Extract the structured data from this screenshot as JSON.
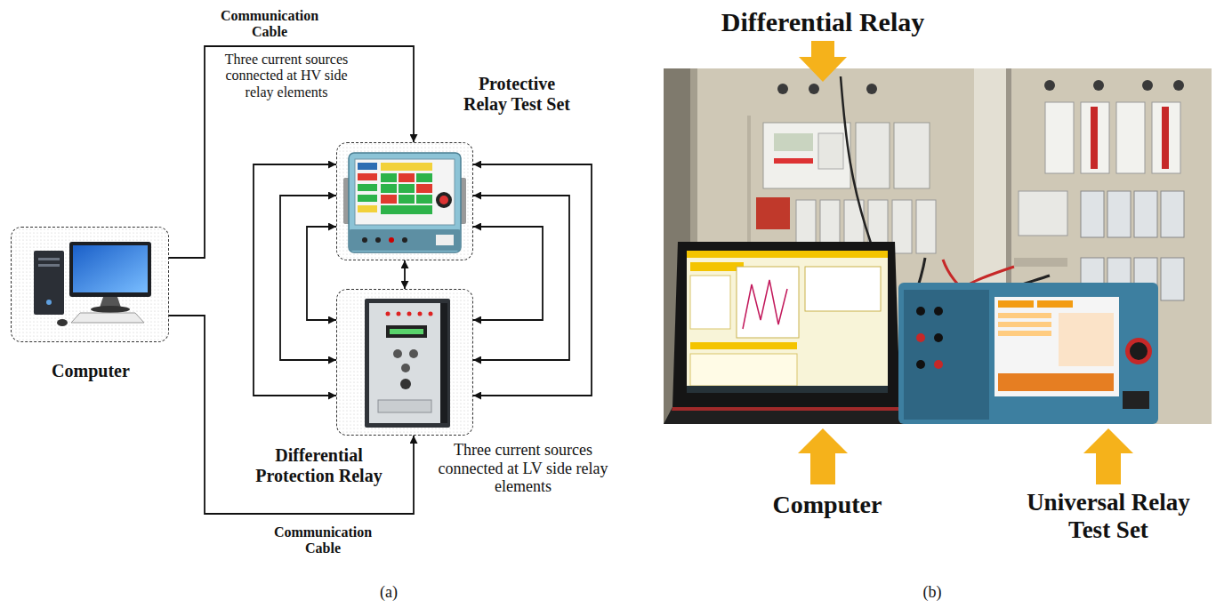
{
  "diagram": {
    "nodes": [
      {
        "text": [
          "Computer"
        ]
      },
      {
        "text": [
          "Protective Relay Test Set"
        ]
      },
      {
        "text": [
          "Differential Protection Relay"
        ]
      }
    ],
    "edges": [
      {
        "from": 0,
        "to": 1,
        "arrow": "to",
        "label": "Communication Cable"
      },
      {
        "from": 0,
        "to": 2,
        "arrow": "to",
        "label": "Communication Cable"
      },
      {
        "from": 1,
        "to": 2,
        "arrow": "both"
      },
      {
        "from": 1,
        "to": 2,
        "arrow": "both"
      },
      {
        "from": 1,
        "to": 2,
        "arrow": "both"
      },
      {
        "from": 1,
        "to": 2,
        "arrow": "both"
      },
      {
        "from": 1,
        "to": 2,
        "arrow": "both"
      },
      {
        "from": 1,
        "to": 2,
        "arrow": "both"
      },
      {
        "from": 1,
        "to": 2,
        "arrow": "both"
      }
    ],
    "labels": [
      "Three current sources connected at HV side relay elements",
      "Three current sources connected at LV side relay elements",
      "(a)",
      "Differential Relay",
      "Computer",
      "Universal Relay Test Set",
      "(b)"
    ]
  }
}
